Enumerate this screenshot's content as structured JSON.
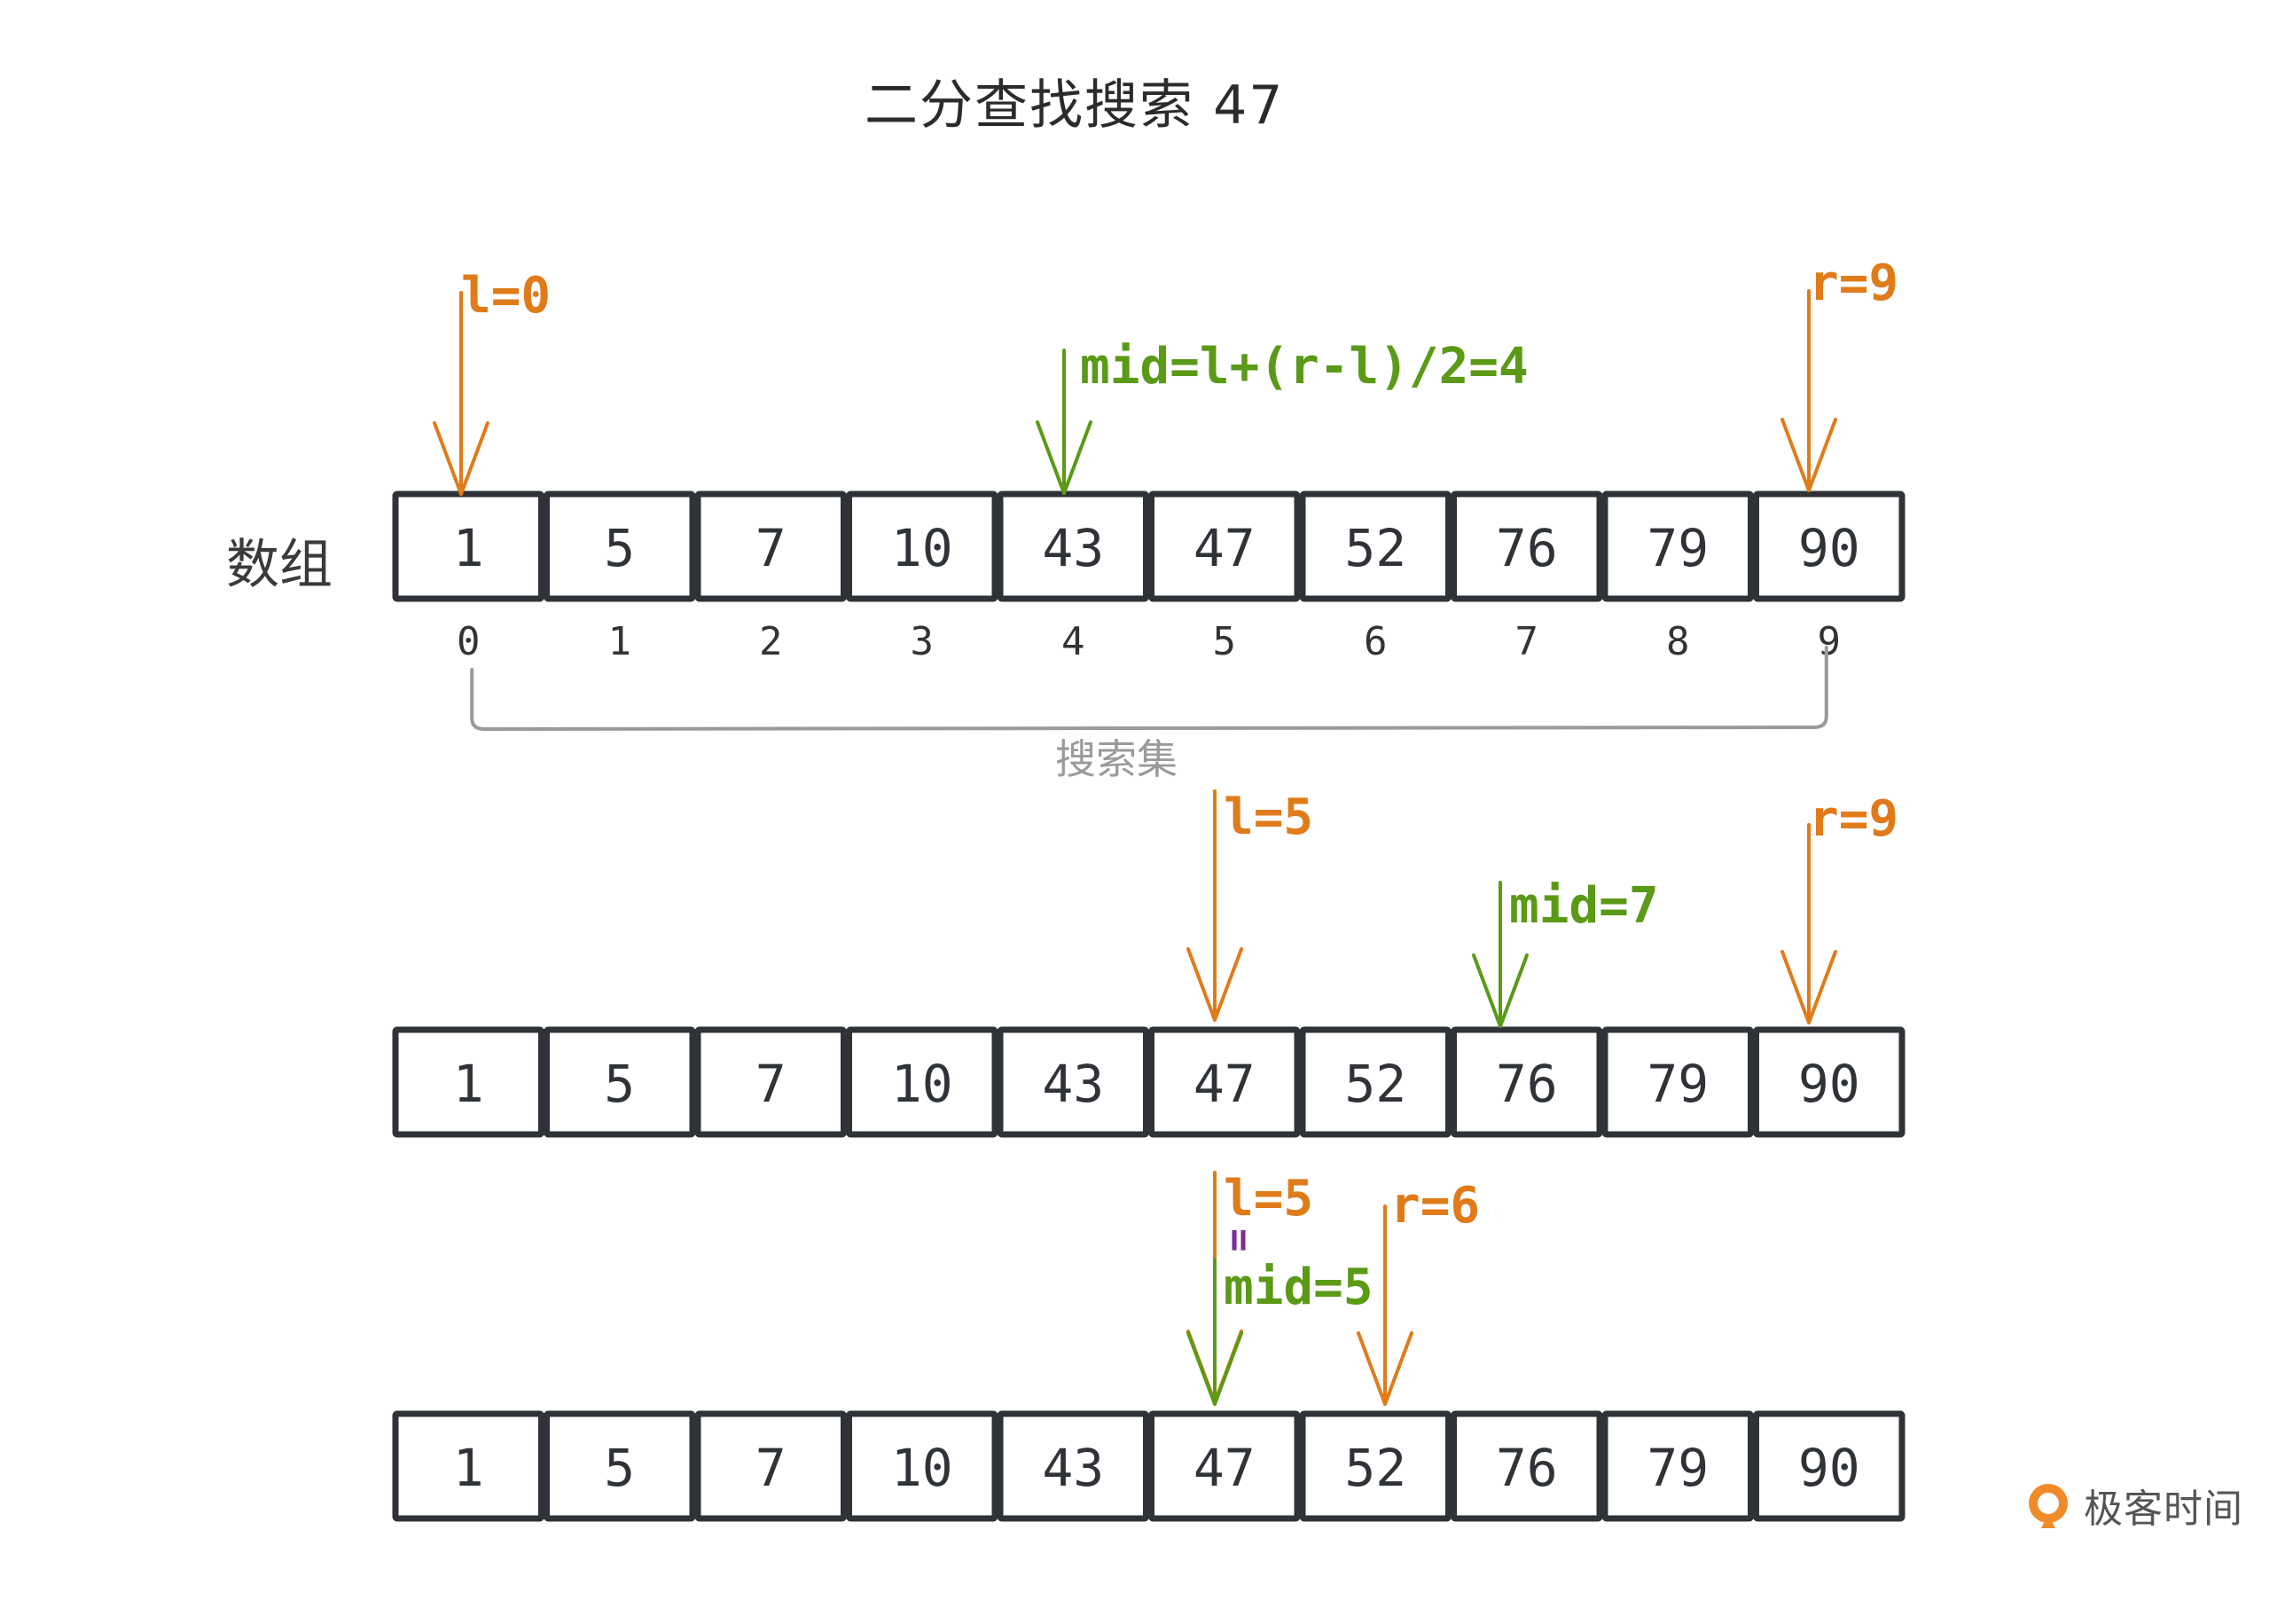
{
  "title": "二分查找搜索 47",
  "array_label": "数组",
  "search_set_label": "搜索集",
  "values": [
    "1",
    "5",
    "7",
    "10",
    "43",
    "47",
    "52",
    "76",
    "79",
    "90"
  ],
  "indices": [
    "0",
    "1",
    "2",
    "3",
    "4",
    "5",
    "6",
    "7",
    "8",
    "9"
  ],
  "steps": [
    {
      "pointers": [
        {
          "label": "l=0",
          "index": 0,
          "color": "orange"
        },
        {
          "label": "mid=l+(r-l)/2=4",
          "index": 4,
          "color": "green"
        },
        {
          "label": "r=9",
          "index": 9,
          "color": "orange"
        }
      ]
    },
    {
      "pointers": [
        {
          "label": "l=5",
          "index": 5,
          "color": "orange"
        },
        {
          "label": "mid=7",
          "index": 7,
          "color": "green"
        },
        {
          "label": "r=9",
          "index": 9,
          "color": "orange"
        }
      ]
    },
    {
      "pointers": [
        {
          "label": "l=5",
          "index": 5,
          "color": "orange"
        },
        {
          "label": "mid=5",
          "index": 5,
          "color": "green"
        },
        {
          "label": "r=6",
          "index": 6,
          "color": "orange"
        }
      ],
      "equals_mark": "="
    }
  ],
  "colors": {
    "orange": "#e07b1a",
    "green": "#5a9a16",
    "purple": "#7b2b9a",
    "box": "#2f3338",
    "bracket": "#9a9a9a"
  },
  "logo": {
    "text": "极客时间",
    "icon": "geektime-logo-icon"
  }
}
